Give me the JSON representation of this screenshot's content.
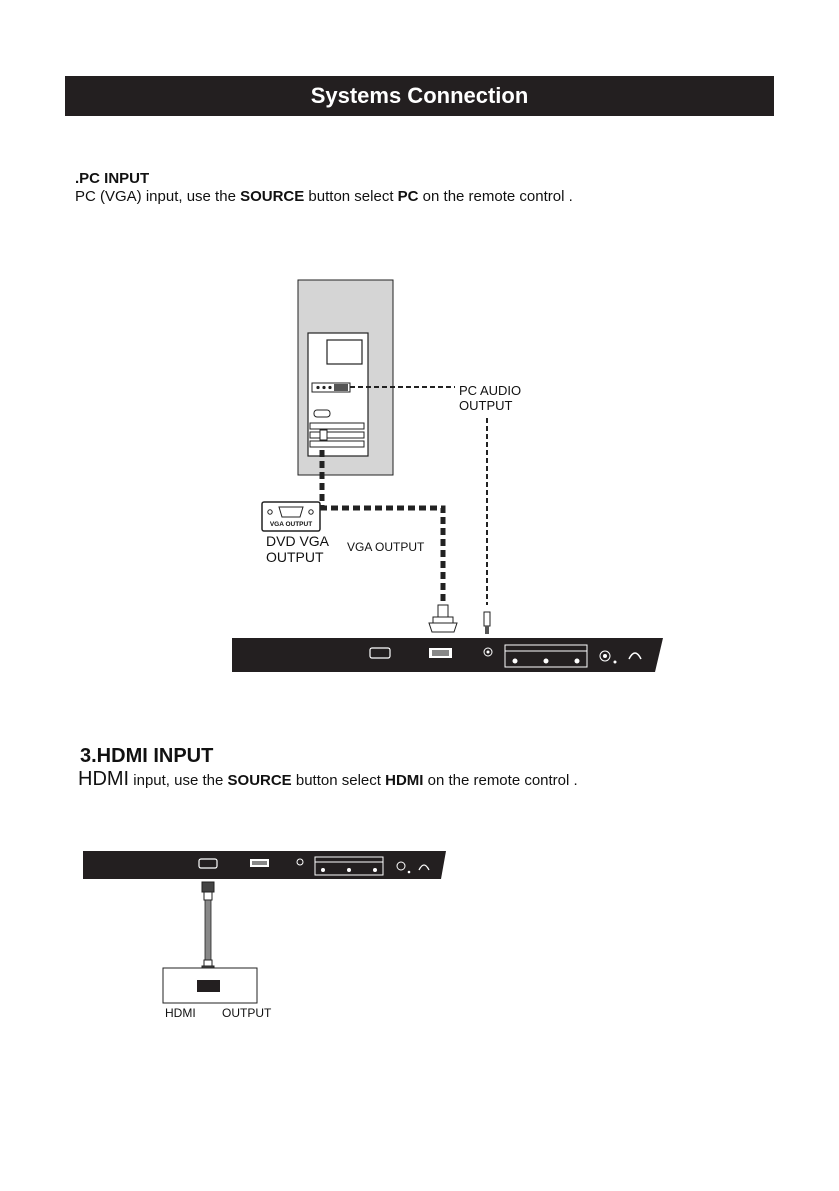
{
  "header": {
    "title": "Systems Connection"
  },
  "pc_section": {
    "heading": ".PC INPUT",
    "instruction": {
      "p1": "PC (VGA) input, use the ",
      "b1": "SOURCE",
      "p2": " button select ",
      "b2": "PC",
      "p3": " on the remote control ."
    },
    "labels": {
      "pc_audio_line1": "PC AUDIO",
      "pc_audio_line2": "OUTPUT",
      "dvd_vga_line1": "DVD  VGA",
      "dvd_vga_line2": "OUTPUT",
      "vga_output": "VGA OUTPUT",
      "vga_port_label": "VGA OUTPUT"
    }
  },
  "hdmi_section": {
    "heading_num": "3.HDMI ",
    "heading_rest": "INPUT",
    "instruction": {
      "p1": "HDMI",
      "p2": " input, use the ",
      "b1": "SOURCE",
      "p3": " button select ",
      "b2": "HDMI",
      "p4": " on the remote control ."
    },
    "labels": {
      "hdmi": "HDMI",
      "output": "OUTPUT"
    }
  }
}
